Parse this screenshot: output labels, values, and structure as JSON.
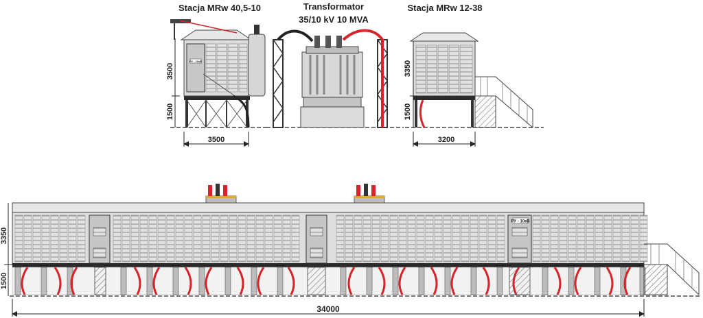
{
  "titles": {
    "station_left": "Stacja MRw 40,5-10",
    "transformer_line1": "Transformator",
    "transformer_line2": "35/10 kV  10 MVA",
    "station_right": "Stacja  MRw 12-38"
  },
  "dimensions": {
    "left_height_top": "3500",
    "left_height_bottom": "1500",
    "left_width": "3500",
    "right_height_top": "3350",
    "right_height_bottom": "1500",
    "right_width": "3200",
    "bottom_height_top": "3350",
    "bottom_height_bottom": "1500",
    "bottom_total_width": "34000"
  },
  "door_plates": {
    "left_station": "РУ - 10кВ",
    "bottom_right": "РУ - 10кВ"
  },
  "colors": {
    "cable_red": "#d6242a",
    "frame_dark": "#2b2b2b",
    "panel_gray": "#cfcfcf",
    "panel_light": "#ececec"
  }
}
